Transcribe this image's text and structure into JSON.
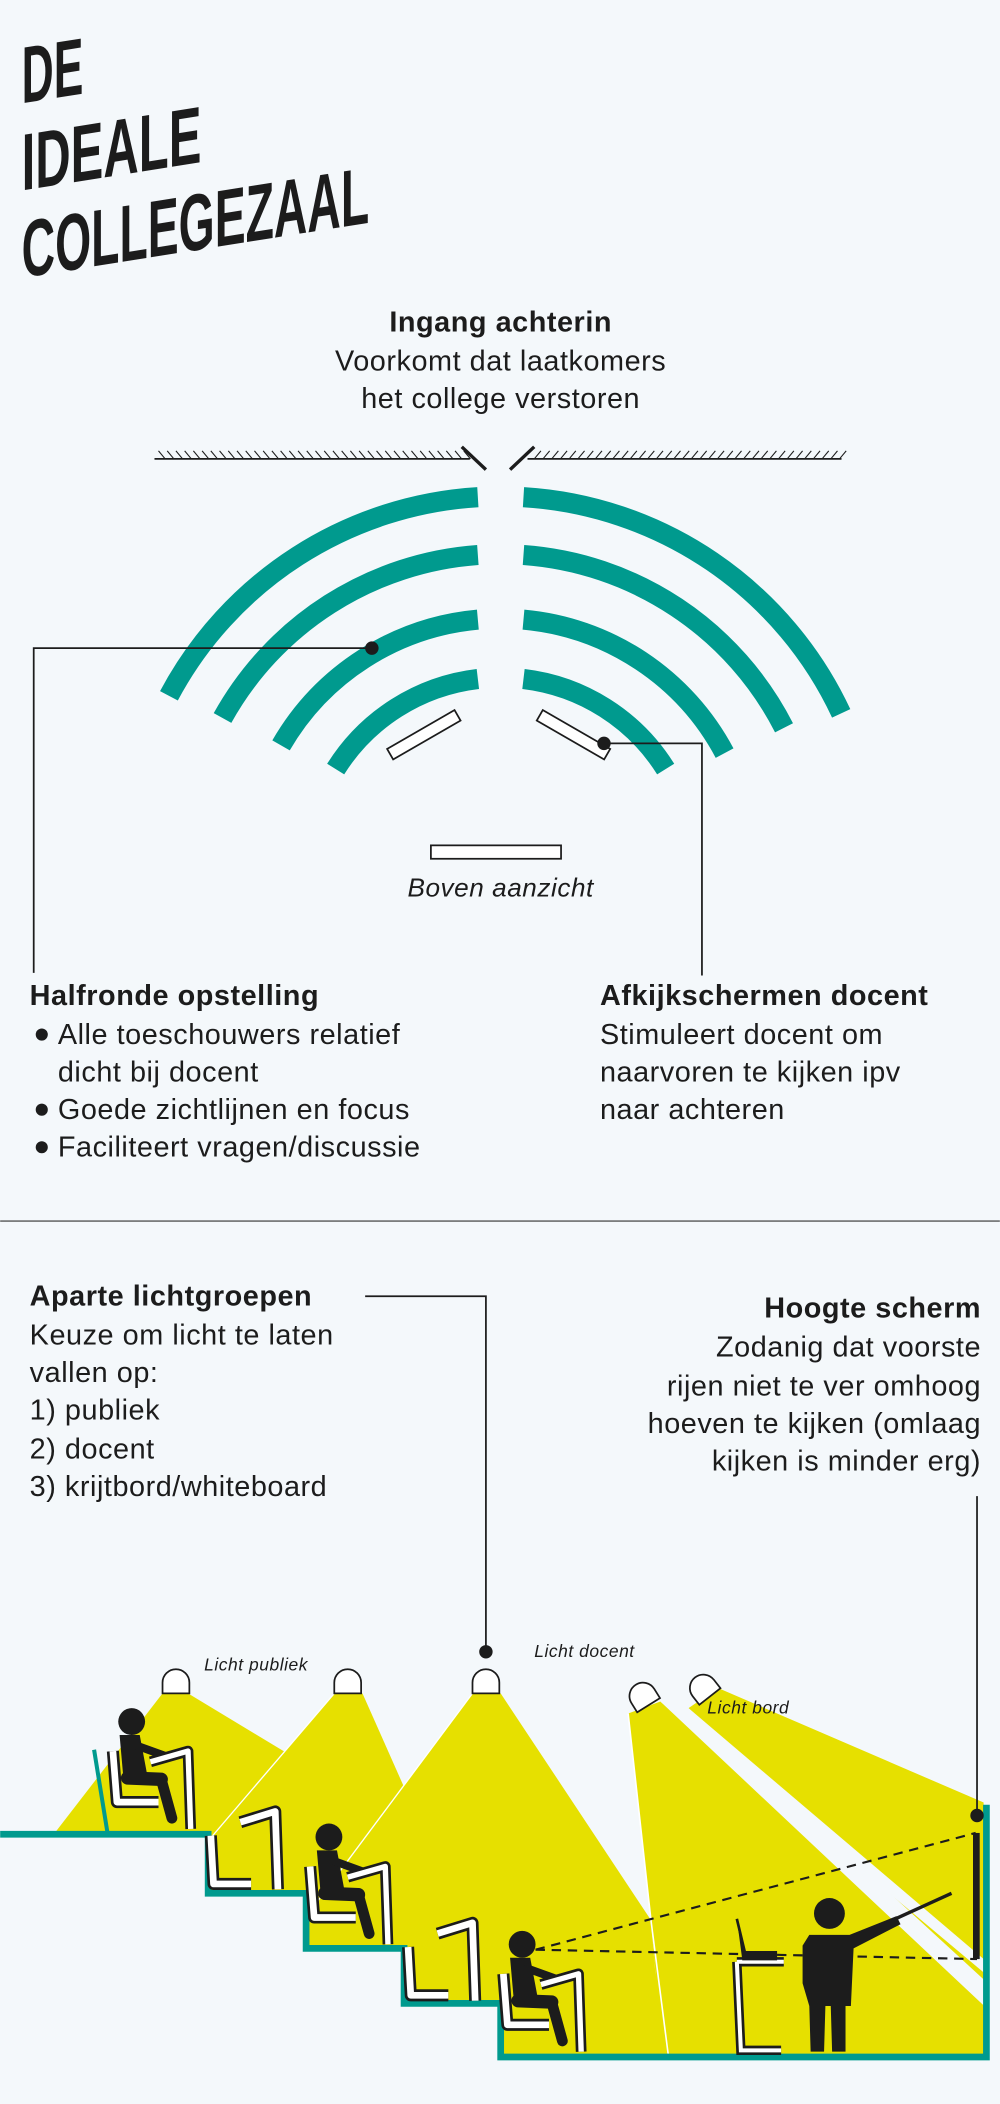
{
  "colors": {
    "teal": "#009a8e",
    "yellow": "#e6e000",
    "background": "#f4f8fb",
    "ink": "#1c1c1c"
  },
  "title": {
    "lines": [
      "DE",
      "IDEALE",
      "COLLEGEZAAL"
    ]
  },
  "entrance": {
    "heading": "Ingang achterin",
    "lines": [
      "Voorkomt dat laatkomers",
      "het college verstoren"
    ]
  },
  "top_view": {
    "caption": "Boven aanzicht"
  },
  "semicircle": {
    "heading": "Halfronde opstelling",
    "bullets": [
      "Alle toeschouwers relatief",
      "dicht bij docent",
      "Goede zichtlijnen en focus",
      "Faciliteert vragen/discussie"
    ]
  },
  "screens": {
    "heading": "Afkijkschermen docent",
    "lines": [
      "Stimuleert docent om",
      "naarvoren te kijken ipv",
      "naar achteren"
    ]
  },
  "lighting": {
    "heading": "Aparte lichtgroepen",
    "lines": [
      "Keuze om licht te laten",
      "vallen op:",
      "1) publiek",
      "2) docent",
      "3) krijtbord/whiteboard"
    ]
  },
  "screen_height": {
    "heading": "Hoogte scherm",
    "lines": [
      "Zodanig dat voorste",
      "rijen niet te ver omhoog",
      "hoeven te kijken (omlaag",
      "kijken is minder erg)"
    ]
  },
  "side_view_labels": {
    "audience_light": "Licht publiek",
    "teacher_light": "Licht docent",
    "board_light": "Licht bord"
  }
}
